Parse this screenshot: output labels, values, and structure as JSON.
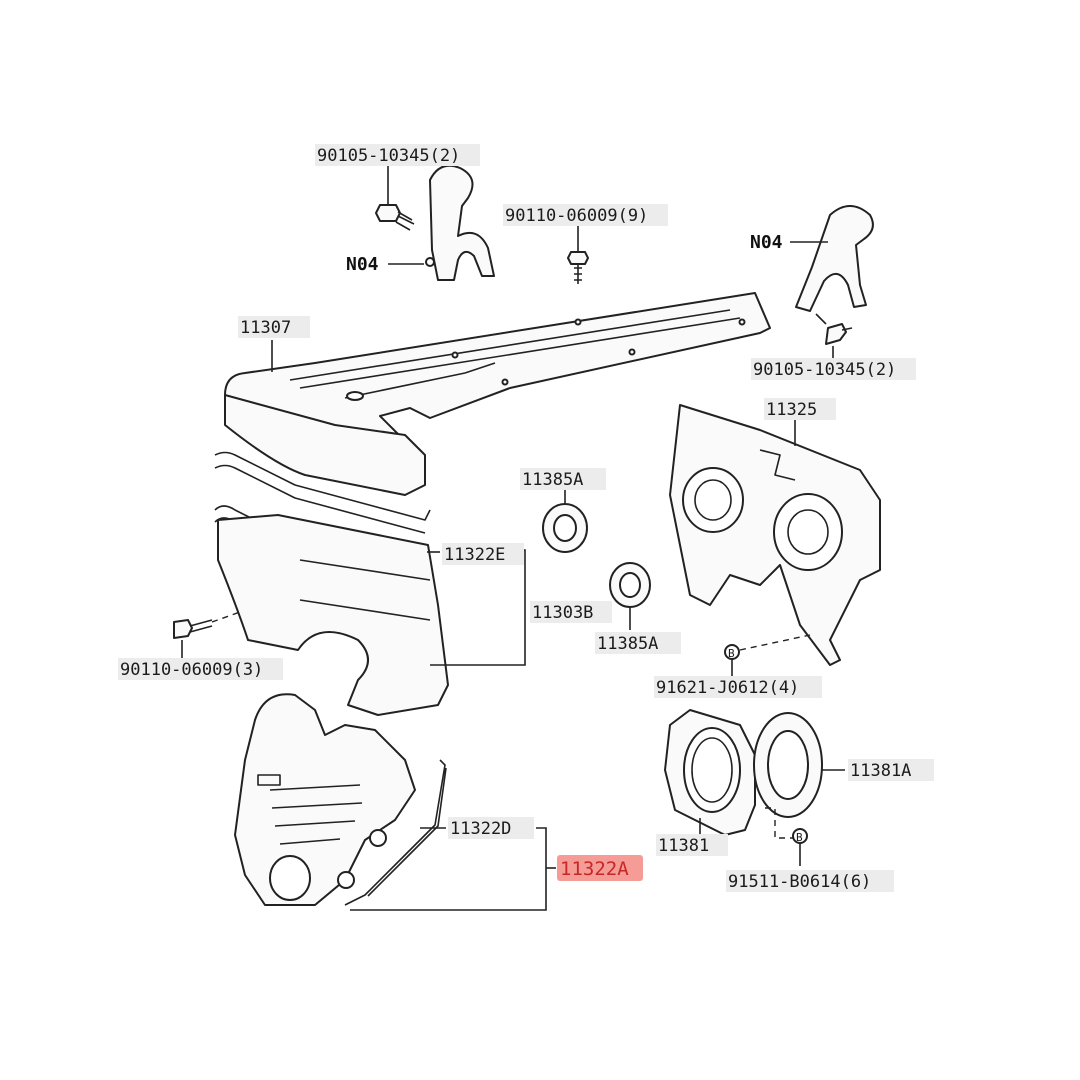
{
  "diagram": {
    "labels": {
      "bolt_top_left": "90105-10345(2)",
      "bracket_left": "N04",
      "bolt_top_center": "90110-06009(9)",
      "bracket_right": "N04",
      "bolt_right": "90105-10345(2)",
      "cover_top": "11307",
      "gasket_e": "11322E",
      "cover_b": "11303B",
      "bolt_left": "90110-06009(3)",
      "seal_a_top": "11385A",
      "seal_a_bottom": "11385A",
      "plate": "11325",
      "stud_plate": "91621-J0612(4)",
      "retainer": "11381",
      "oil_seal": "11381A",
      "bolt_retainer": "91511-B0614(6)",
      "gasket_d": "11322D",
      "highlighted": "11322A"
    },
    "marker_letter": "B",
    "highlight_color": "#f28b82"
  }
}
